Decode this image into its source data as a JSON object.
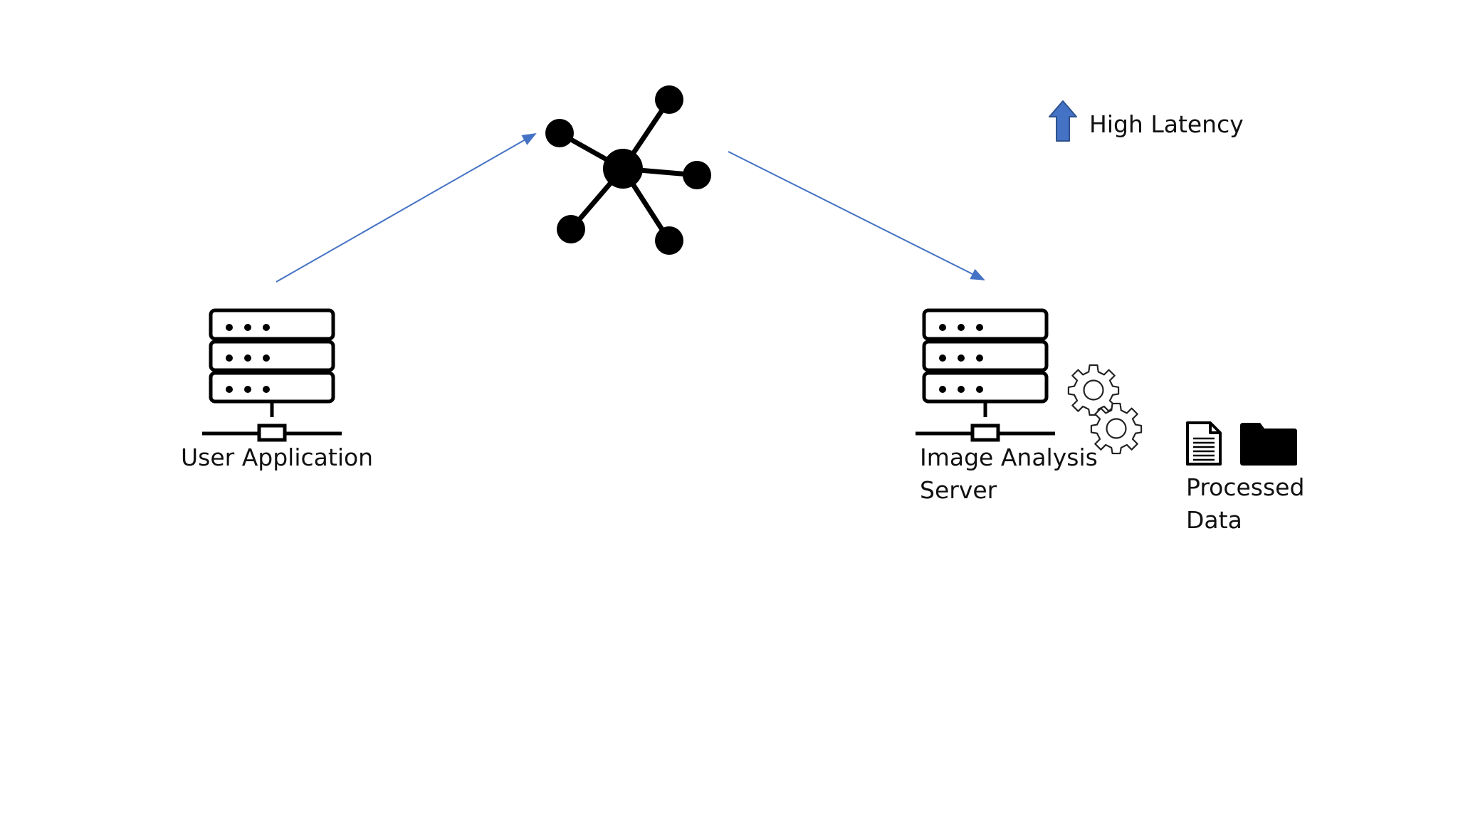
{
  "legend": {
    "latency_label": "High Latency",
    "latency_arrow_color": "#4472C4"
  },
  "nodes": {
    "user_application": {
      "label": "User Application",
      "icon": "server-icon"
    },
    "network": {
      "icon": "network-hub-icon"
    },
    "image_analysis_server": {
      "label_line1": "Image Analysis",
      "label_line2": "Server",
      "icon": "server-icon",
      "badge_icon": "gears-icon"
    },
    "processed_data": {
      "label_line1": "Processed",
      "label_line2": "Data",
      "icons": [
        "document-icon",
        "folder-icon"
      ]
    }
  },
  "edges": [
    {
      "from": "User Application",
      "to": "network",
      "color": "#4472C4"
    },
    {
      "from": "network",
      "to": "Image Analysis Server",
      "color": "#4472C4"
    }
  ]
}
